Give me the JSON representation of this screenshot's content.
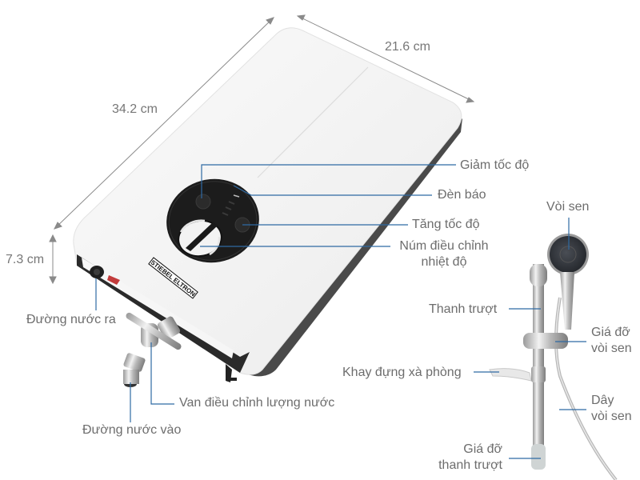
{
  "product": {
    "brand_mark": "STIEBEL ELTRON"
  },
  "dimensions": {
    "length": "34.2 cm",
    "width": "21.6 cm",
    "depth": "7.3 cm"
  },
  "callouts": {
    "decrease_speed": "Giảm tốc độ",
    "indicator_light": "Đèn báo",
    "increase_speed": "Tăng tốc độ",
    "temperature_knob_line1": "Núm điều chỉnh",
    "temperature_knob_line2": "nhiệt độ",
    "water_outlet": "Đường nước ra",
    "flow_valve": "Van điều chỉnh lượng nước",
    "water_inlet": "Đường nước vào",
    "shower_head": "Vòi sen",
    "slide_bar": "Thanh trượt",
    "shower_holder_line1": "Giá đỡ",
    "shower_holder_line2": "vòi sen",
    "soap_tray": "Khay đựng xà phòng",
    "shower_hose_line1": "Dây",
    "shower_hose_line2": "vòi sen",
    "bar_bracket_line1": "Giá đỡ",
    "bar_bracket_line2": "thanh trượt"
  },
  "colors": {
    "leader_line": "#2f6aa3",
    "dimension_line": "#8a8a8a",
    "label_text": "#6d6d6d",
    "heater_body": "#f4f4f4",
    "heater_side": "#4a4a4a",
    "control_panel": "#1c1c1c"
  }
}
